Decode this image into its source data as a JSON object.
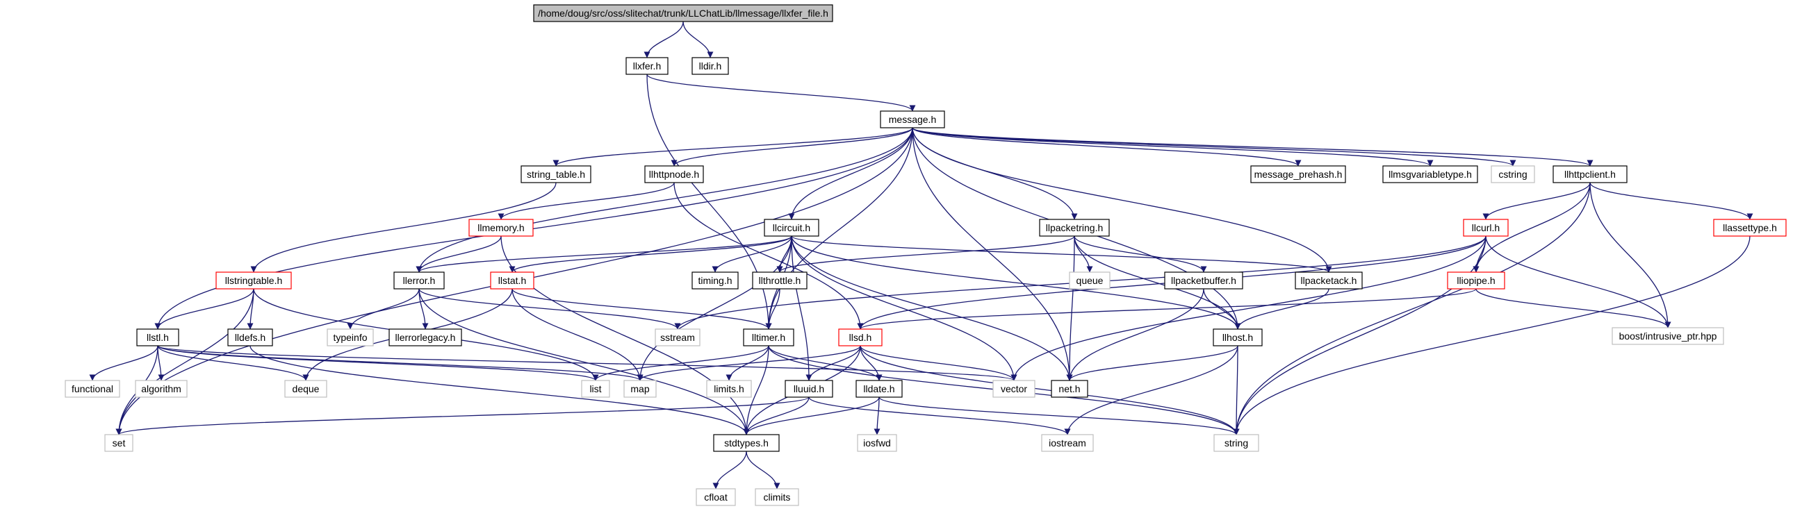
{
  "diagram": {
    "colors": {
      "edge": "#191970",
      "node_black": "#000000",
      "node_red": "#ff0000",
      "node_gray": "#bfbfbf",
      "root_fill": "#bfbfbf",
      "text": "#000000"
    },
    "nodes": [
      {
        "id": "root",
        "label": "/home/doug/src/oss/slitechat/trunk/LLChatLib/llmessage/llxfer_file.h",
        "style": "root"
      },
      {
        "id": "llxfer",
        "label": "llxfer.h",
        "style": "black"
      },
      {
        "id": "lldir",
        "label": "lldir.h",
        "style": "black"
      },
      {
        "id": "message",
        "label": "message.h",
        "style": "black"
      },
      {
        "id": "string_table",
        "label": "string_table.h",
        "style": "black"
      },
      {
        "id": "llhttpnode",
        "label": "llhttpnode.h",
        "style": "black"
      },
      {
        "id": "message_prehash",
        "label": "message_prehash.h",
        "style": "black"
      },
      {
        "id": "llmsgvariabletype",
        "label": "llmsgvariabletype.h",
        "style": "black"
      },
      {
        "id": "cstring",
        "label": "cstring",
        "style": "gray"
      },
      {
        "id": "llhttpclient",
        "label": "llhttpclient.h",
        "style": "black"
      },
      {
        "id": "llmemory",
        "label": "llmemory.h",
        "style": "red"
      },
      {
        "id": "llcircuit",
        "label": "llcircuit.h",
        "style": "black"
      },
      {
        "id": "llpacketring",
        "label": "llpacketring.h",
        "style": "black"
      },
      {
        "id": "llcurl",
        "label": "llcurl.h",
        "style": "red"
      },
      {
        "id": "llassettype",
        "label": "llassettype.h",
        "style": "red"
      },
      {
        "id": "llstringtable",
        "label": "llstringtable.h",
        "style": "red"
      },
      {
        "id": "llerror",
        "label": "llerror.h",
        "style": "black"
      },
      {
        "id": "llstat",
        "label": "llstat.h",
        "style": "red"
      },
      {
        "id": "timing",
        "label": "timing.h",
        "style": "black"
      },
      {
        "id": "llthrottle",
        "label": "llthrottle.h",
        "style": "black"
      },
      {
        "id": "queue",
        "label": "queue",
        "style": "gray"
      },
      {
        "id": "llpacketbuffer",
        "label": "llpacketbuffer.h",
        "style": "black"
      },
      {
        "id": "llpacketack",
        "label": "llpacketack.h",
        "style": "black"
      },
      {
        "id": "lliopipe",
        "label": "lliopipe.h",
        "style": "red"
      },
      {
        "id": "boost_intrusive",
        "label": "boost/intrusive_ptr.hpp",
        "style": "gray"
      },
      {
        "id": "llstl",
        "label": "llstl.h",
        "style": "black"
      },
      {
        "id": "lldefs",
        "label": "lldefs.h",
        "style": "black"
      },
      {
        "id": "typeinfo",
        "label": "typeinfo",
        "style": "gray"
      },
      {
        "id": "llerrorlegacy",
        "label": "llerrorlegacy.h",
        "style": "black"
      },
      {
        "id": "sstream",
        "label": "sstream",
        "style": "gray"
      },
      {
        "id": "lltimer",
        "label": "lltimer.h",
        "style": "black"
      },
      {
        "id": "llsd",
        "label": "llsd.h",
        "style": "red"
      },
      {
        "id": "llhost",
        "label": "llhost.h",
        "style": "black"
      },
      {
        "id": "functional",
        "label": "functional",
        "style": "gray"
      },
      {
        "id": "algorithm",
        "label": "algorithm",
        "style": "gray"
      },
      {
        "id": "deque",
        "label": "deque",
        "style": "gray"
      },
      {
        "id": "list",
        "label": "list",
        "style": "gray"
      },
      {
        "id": "map",
        "label": "map",
        "style": "gray"
      },
      {
        "id": "limits",
        "label": "limits.h",
        "style": "gray"
      },
      {
        "id": "lluuid",
        "label": "lluuid.h",
        "style": "black"
      },
      {
        "id": "lldate",
        "label": "lldate.h",
        "style": "black"
      },
      {
        "id": "vector",
        "label": "vector",
        "style": "gray"
      },
      {
        "id": "net",
        "label": "net.h",
        "style": "black"
      },
      {
        "id": "set",
        "label": "set",
        "style": "gray"
      },
      {
        "id": "stdtypes",
        "label": "stdtypes.h",
        "style": "black"
      },
      {
        "id": "iosfwd",
        "label": "iosfwd",
        "style": "gray"
      },
      {
        "id": "iostream",
        "label": "iostream",
        "style": "gray"
      },
      {
        "id": "string",
        "label": "string",
        "style": "gray"
      },
      {
        "id": "cfloat",
        "label": "cfloat",
        "style": "gray"
      },
      {
        "id": "climits",
        "label": "climits",
        "style": "gray"
      }
    ],
    "edges": [
      [
        "root",
        "llxfer"
      ],
      [
        "root",
        "lldir"
      ],
      [
        "llxfer",
        "message"
      ],
      [
        "llxfer",
        "lltimer"
      ],
      [
        "message",
        "string_table"
      ],
      [
        "message",
        "llhttpnode"
      ],
      [
        "message",
        "message_prehash"
      ],
      [
        "message",
        "llmsgvariabletype"
      ],
      [
        "message",
        "cstring"
      ],
      [
        "message",
        "llhttpclient"
      ],
      [
        "message",
        "llcircuit"
      ],
      [
        "message",
        "llpacketring"
      ],
      [
        "message",
        "llpacketack"
      ],
      [
        "message",
        "llhost"
      ],
      [
        "message",
        "net"
      ],
      [
        "message",
        "llerror"
      ],
      [
        "message",
        "llstl"
      ],
      [
        "message",
        "set"
      ],
      [
        "message",
        "lltimer"
      ],
      [
        "string_table",
        "llstringtable"
      ],
      [
        "llhttpnode",
        "llmemory"
      ],
      [
        "llhttpnode",
        "llsd"
      ],
      [
        "llhttpclient",
        "llcurl"
      ],
      [
        "llhttpclient",
        "lliopipe"
      ],
      [
        "llhttpclient",
        "llassettype"
      ],
      [
        "llhttpclient",
        "boost_intrusive"
      ],
      [
        "llhttpclient",
        "string"
      ],
      [
        "llmemory",
        "llerror"
      ],
      [
        "llmemory",
        "stdtypes"
      ],
      [
        "llcircuit",
        "llerror"
      ],
      [
        "llcircuit",
        "llstat"
      ],
      [
        "llcircuit",
        "timing"
      ],
      [
        "llcircuit",
        "llthrottle"
      ],
      [
        "llcircuit",
        "lltimer"
      ],
      [
        "llcircuit",
        "llpacketack"
      ],
      [
        "llcircuit",
        "llhost"
      ],
      [
        "llcircuit",
        "lluuid"
      ],
      [
        "llcircuit",
        "map"
      ],
      [
        "llcircuit",
        "vector"
      ],
      [
        "llcircuit",
        "net"
      ],
      [
        "llpacketring",
        "queue"
      ],
      [
        "llpacketring",
        "llpacketbuffer"
      ],
      [
        "llpacketring",
        "llthrottle"
      ],
      [
        "llpacketring",
        "llhost"
      ],
      [
        "llpacketring",
        "net"
      ],
      [
        "llcurl",
        "lliopipe"
      ],
      [
        "llcurl",
        "llsd"
      ],
      [
        "llcurl",
        "boost_intrusive"
      ],
      [
        "llcurl",
        "vector"
      ],
      [
        "llcurl",
        "string"
      ],
      [
        "llcurl",
        "sstream"
      ],
      [
        "llassettype",
        "string"
      ],
      [
        "llstringtable",
        "llstl"
      ],
      [
        "llstringtable",
        "lldefs"
      ],
      [
        "llstringtable",
        "set"
      ],
      [
        "llstringtable",
        "list"
      ],
      [
        "llerror",
        "typeinfo"
      ],
      [
        "llerror",
        "llerrorlegacy"
      ],
      [
        "llerror",
        "sstream"
      ],
      [
        "llerror",
        "stdtypes"
      ],
      [
        "llstat",
        "lltimer"
      ],
      [
        "llstat",
        "map"
      ],
      [
        "llstat",
        "deque"
      ],
      [
        "llthrottle",
        "lltimer"
      ],
      [
        "llpacketbuffer",
        "llhost"
      ],
      [
        "llpacketbuffer",
        "net"
      ],
      [
        "llpacketack",
        "llhost"
      ],
      [
        "lliopipe",
        "llsd"
      ],
      [
        "lliopipe",
        "boost_intrusive"
      ],
      [
        "llstl",
        "functional"
      ],
      [
        "llstl",
        "algorithm"
      ],
      [
        "llstl",
        "deque"
      ],
      [
        "llstl",
        "list"
      ],
      [
        "llstl",
        "map"
      ],
      [
        "llstl",
        "vector"
      ],
      [
        "llstl",
        "set"
      ],
      [
        "lldefs",
        "stdtypes"
      ],
      [
        "lltimer",
        "limits"
      ],
      [
        "lltimer",
        "stdtypes"
      ],
      [
        "lltimer",
        "lldate"
      ],
      [
        "lltimer",
        "list"
      ],
      [
        "lltimer",
        "string"
      ],
      [
        "llsd",
        "map"
      ],
      [
        "llsd",
        "string"
      ],
      [
        "llsd",
        "vector"
      ],
      [
        "llsd",
        "lldate"
      ],
      [
        "llsd",
        "lluuid"
      ],
      [
        "llsd",
        "stdtypes"
      ],
      [
        "llhost",
        "iostream"
      ],
      [
        "llhost",
        "string"
      ],
      [
        "llhost",
        "net"
      ],
      [
        "lluuid",
        "stdtypes"
      ],
      [
        "lluuid",
        "set"
      ],
      [
        "lluuid",
        "iostream"
      ],
      [
        "lldate",
        "iosfwd"
      ],
      [
        "lldate",
        "string"
      ],
      [
        "lldate",
        "stdtypes"
      ],
      [
        "stdtypes",
        "cfloat"
      ],
      [
        "stdtypes",
        "climits"
      ]
    ]
  }
}
